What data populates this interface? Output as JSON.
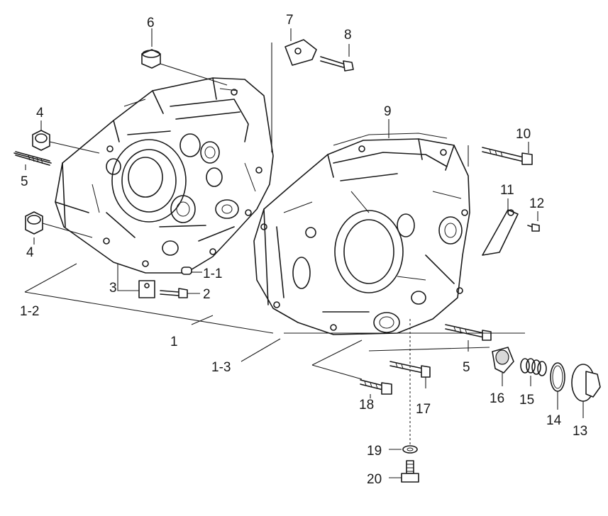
{
  "labels": {
    "l_1": "1",
    "l_1_1": "1-1",
    "l_1_2": "1-2",
    "l_1_3": "1-3",
    "l_2": "2",
    "l_3": "3",
    "l_4_top": "4",
    "l_4_bottom": "4",
    "l_5_left": "5",
    "l_5_right": "5",
    "l_6": "6",
    "l_7": "7",
    "l_8": "8",
    "l_9": "9",
    "l_10": "10",
    "l_11": "11",
    "l_12": "12",
    "l_13": "13",
    "l_14": "14",
    "l_15": "15",
    "l_16": "16",
    "l_17": "17",
    "l_18": "18",
    "l_19": "19",
    "l_20": "20"
  }
}
